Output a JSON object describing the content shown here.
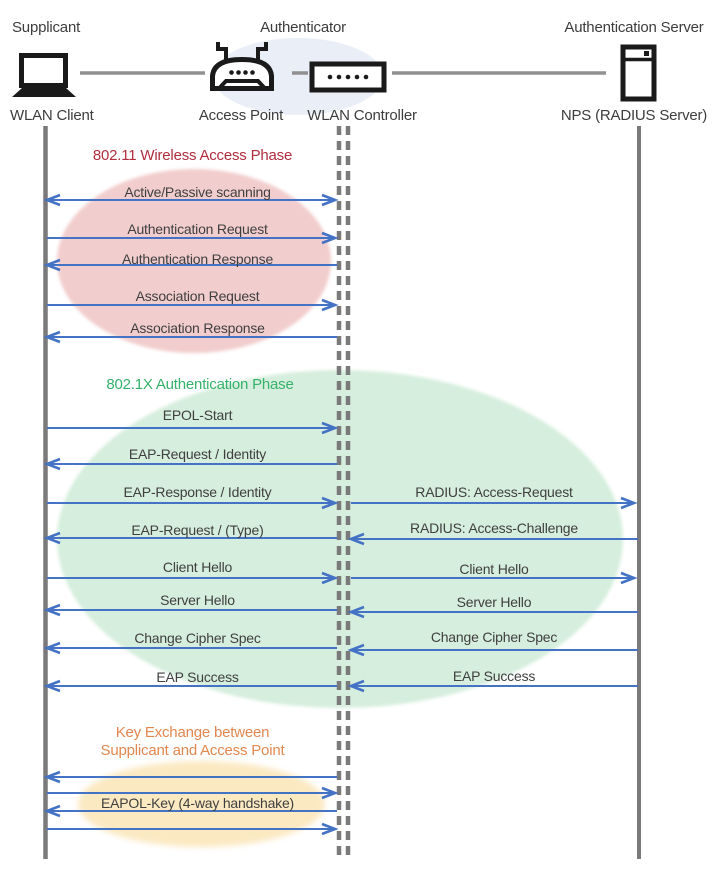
{
  "diagram": {
    "roles": {
      "supplicant": "Supplicant",
      "authenticator": "Authenticator",
      "auth_server": "Authentication Server"
    },
    "nodes": {
      "wlan_client": "WLAN Client",
      "access_point": "Access Point",
      "wlan_controller": "WLAN Controller",
      "nps": "NPS (RADIUS Server)"
    }
  },
  "phases": {
    "wireless_access": {
      "title": "802.11 Wireless Access Phase",
      "title_color": "#b02e3e",
      "ellipse_color": "#f2cdcd"
    },
    "dot1x": {
      "title": "802.1X Authentication Phase",
      "title_color": "#35b26a",
      "ellipse_color": "#d6eedd"
    },
    "key_exchange": {
      "title_line1": "Key Exchange between",
      "title_line2": "Supplicant and Access Point",
      "title_color": "#e2874f",
      "ellipse_color": "#fbe9c2"
    }
  },
  "messages": {
    "client_to_controller": [
      {
        "label": "Active/Passive scanning",
        "direction": "both"
      },
      {
        "label": "Authentication Request",
        "direction": "right"
      },
      {
        "label": "Authentication Response",
        "direction": "left"
      },
      {
        "label": "Association Request",
        "direction": "right"
      },
      {
        "label": "Association Response",
        "direction": "left"
      },
      {
        "label": "EPOL-Start",
        "direction": "right"
      },
      {
        "label": "EAP-Request / Identity",
        "direction": "left"
      },
      {
        "label": "EAP-Response / Identity",
        "direction": "right"
      },
      {
        "label": "EAP-Request / (Type)",
        "direction": "left"
      },
      {
        "label": "Client Hello",
        "direction": "right"
      },
      {
        "label": "Server Hello",
        "direction": "left"
      },
      {
        "label": "Change Cipher Spec",
        "direction": "left"
      },
      {
        "label": "EAP Success",
        "direction": "left"
      },
      {
        "label": "EAPOL-Key (4-way handshake)",
        "direction": "both"
      }
    ],
    "controller_to_server": [
      {
        "label": "RADIUS: Access-Request",
        "direction": "right"
      },
      {
        "label": "RADIUS: Access-Challenge",
        "direction": "left"
      },
      {
        "label": "Client Hello",
        "direction": "right"
      },
      {
        "label": "Server Hello",
        "direction": "left"
      },
      {
        "label": "Change Cipher Spec",
        "direction": "left"
      },
      {
        "label": "EAP Success",
        "direction": "left"
      }
    ]
  },
  "colors": {
    "arrow": "#4472c4",
    "lifeline": "#7a7a7a",
    "message_text": "#3f3f3f",
    "icon": "#1a1a1a"
  }
}
